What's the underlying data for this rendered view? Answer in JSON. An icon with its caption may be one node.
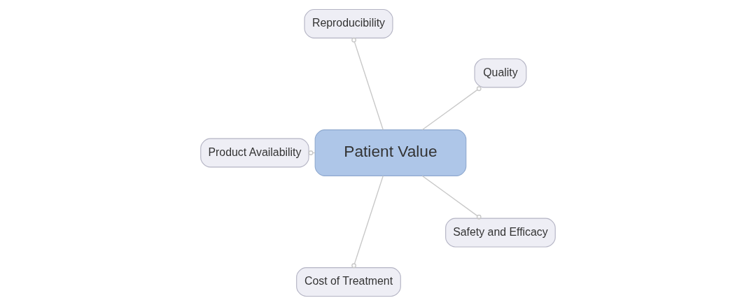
{
  "diagram": {
    "nodes": [
      {
        "text": [
          "Patient Value"
        ]
      },
      {
        "text": [
          "Quality"
        ]
      },
      {
        "text": [
          "Reproducibility"
        ]
      },
      {
        "text": [
          "Product Availability"
        ]
      },
      {
        "text": [
          "Cost of Treatment"
        ]
      },
      {
        "text": [
          "Safety and Efficacy"
        ]
      }
    ],
    "edges": [
      {
        "from": 0,
        "to": 1,
        "arrow": "other"
      },
      {
        "from": 0,
        "to": 2,
        "arrow": "other"
      },
      {
        "from": 0,
        "to": 3,
        "arrow": "other"
      },
      {
        "from": 0,
        "to": 4,
        "arrow": "other"
      },
      {
        "from": 0,
        "to": 5,
        "arrow": "other"
      }
    ]
  }
}
